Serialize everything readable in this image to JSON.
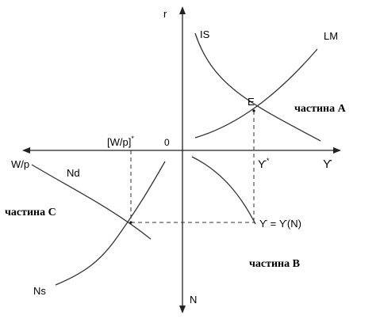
{
  "axes": {
    "vertical_top": "r",
    "vertical_bottom": "N",
    "horizontal_right": "ϒ",
    "horizontal_left": "W/p",
    "origin": "0"
  },
  "curves": {
    "is": "IS",
    "lm": "LM",
    "nd": "Nd",
    "ns": "Ns"
  },
  "points": {
    "equilibrium": "E"
  },
  "markers": {
    "y_star": "ϒ",
    "y_star_sup": "*",
    "wage_star": "[W/p]",
    "wage_star_sup": "*",
    "production_function": "ϒ = ϒ(N)"
  },
  "quadrants": {
    "a": "частина A",
    "b": "частина B",
    "c": "частина C"
  }
}
